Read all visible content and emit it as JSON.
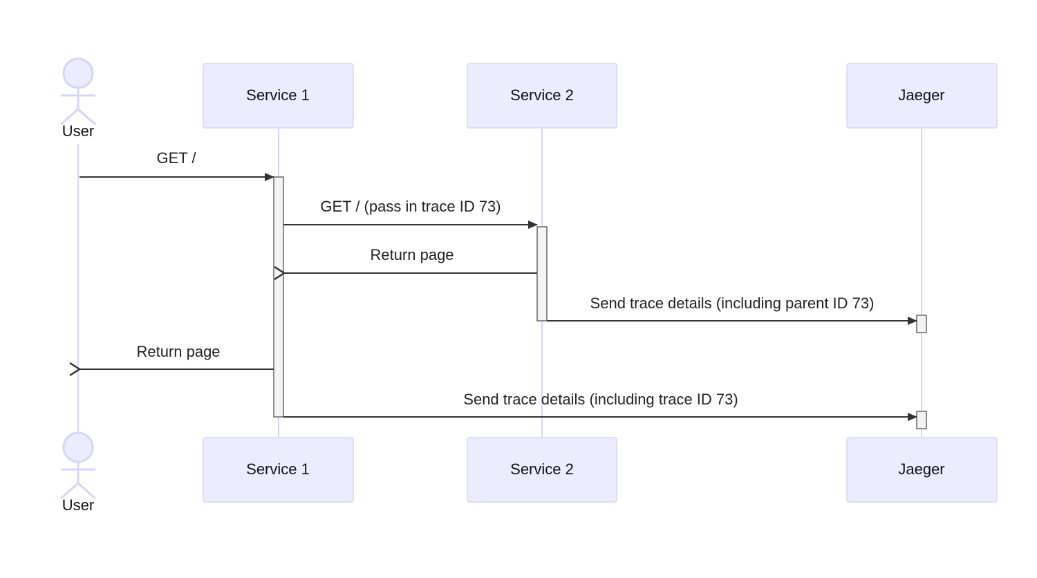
{
  "participants": {
    "user": {
      "label": "User"
    },
    "service1": {
      "label": "Service 1"
    },
    "service2": {
      "label": "Service 2"
    },
    "jaeger": {
      "label": "Jaeger"
    }
  },
  "messages": [
    {
      "from": "User",
      "to": "Service 1",
      "label": "GET /",
      "kind": "solid-arrow"
    },
    {
      "from": "Service 1",
      "to": "Service 2",
      "label": "GET / (pass in trace ID 73)",
      "kind": "solid-arrow"
    },
    {
      "from": "Service 2",
      "to": "Service 1",
      "label": "Return page",
      "kind": "open-arrow"
    },
    {
      "from": "Service 2",
      "to": "Jaeger",
      "label": "Send trace details (including parent ID 73)",
      "kind": "solid-arrow"
    },
    {
      "from": "Service 1",
      "to": "User",
      "label": "Return page",
      "kind": "open-arrow"
    },
    {
      "from": "Service 1",
      "to": "Jaeger",
      "label": "Send trace details (including trace ID 73)",
      "kind": "solid-arrow"
    }
  ],
  "colors": {
    "participant_fill": "#ECECFF",
    "participant_stroke": "#D7D5F7",
    "message_line": "#333333",
    "activation_fill": "#F4F4F4"
  }
}
